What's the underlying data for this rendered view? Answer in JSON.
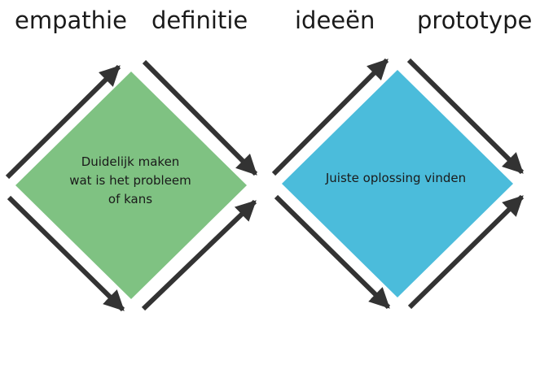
{
  "phases": [
    {
      "label": "empathie"
    },
    {
      "label": "definitie"
    },
    {
      "label": "ideeën"
    },
    {
      "label": "prototype"
    }
  ],
  "diamonds": [
    {
      "text": "Duidelijk maken\nwat is het  probleem\nof kans",
      "color": "#7fc282"
    },
    {
      "text": "Juiste oplossing vinden",
      "color": "#4bbcdb"
    }
  ],
  "arrow_color": "#333333"
}
